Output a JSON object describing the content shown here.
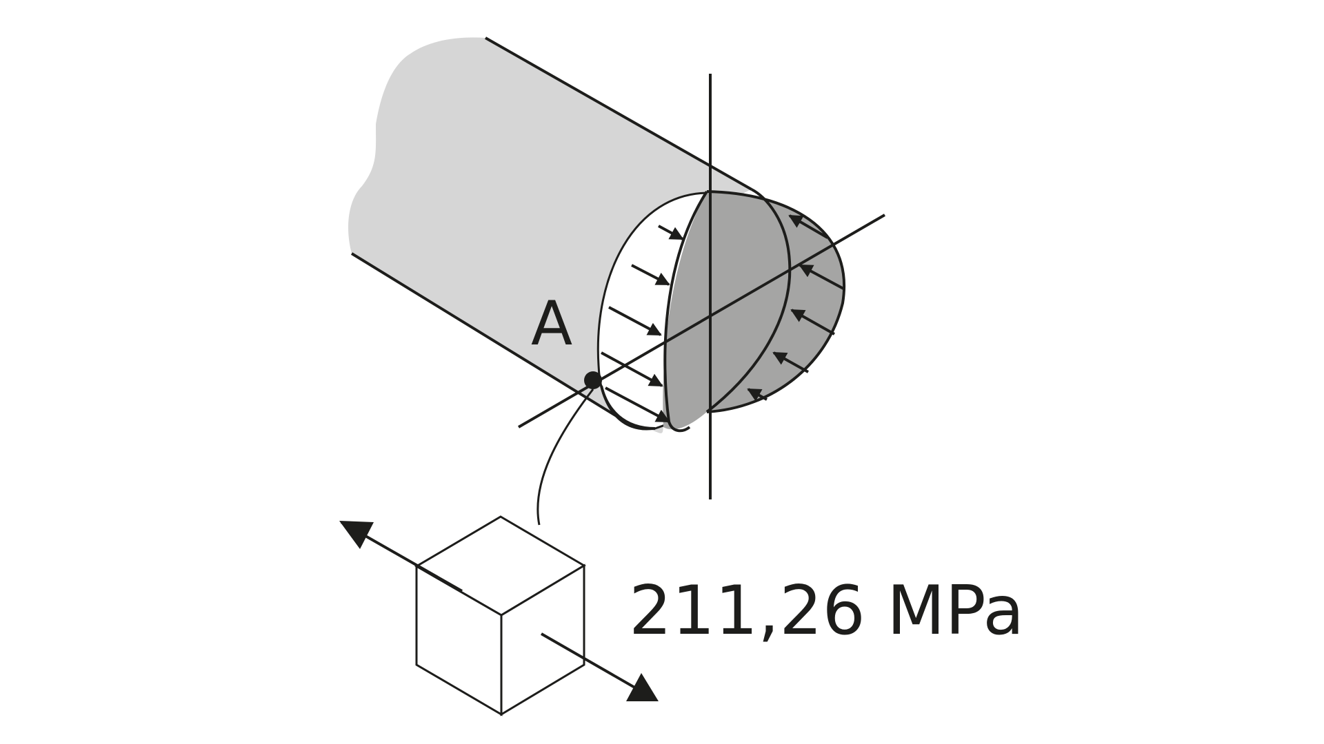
{
  "diagram": {
    "point_label": "A",
    "stress_value": "211,26 MPa"
  },
  "colors": {
    "stroke": "#1d1d1b",
    "shaft_fill": "#d6d6d6",
    "section_fill": "#a5a5a4",
    "background": "#ffffff"
  },
  "icons": {
    "arrowhead": "filled-triangle",
    "point_marker": "filled-circle"
  }
}
